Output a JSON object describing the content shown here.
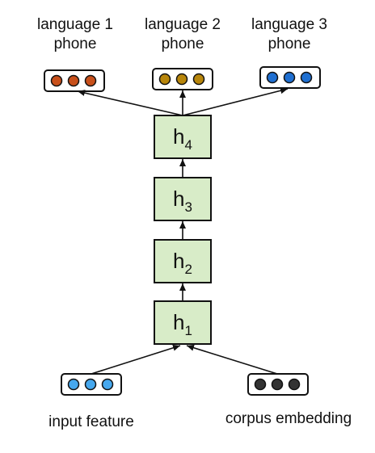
{
  "outputs": [
    {
      "line1": "language 1",
      "line2": "phone",
      "dot_color": "#c8501b"
    },
    {
      "line1": "language 2",
      "line2": "phone",
      "dot_color": "#b8860b"
    },
    {
      "line1": "language 3",
      "line2": "phone",
      "dot_color": "#1f6fd1"
    }
  ],
  "layers": [
    {
      "sym": "h",
      "sub": "4"
    },
    {
      "sym": "h",
      "sub": "3"
    },
    {
      "sym": "h",
      "sub": "2"
    },
    {
      "sym": "h",
      "sub": "1"
    }
  ],
  "inputs": [
    {
      "label": "input feature",
      "dot_color": "#46a8ee"
    },
    {
      "label": "corpus embedding",
      "dot_color": "#333333"
    }
  ],
  "colors": {
    "layer_fill": "#d8ecc8",
    "border": "#111111"
  }
}
